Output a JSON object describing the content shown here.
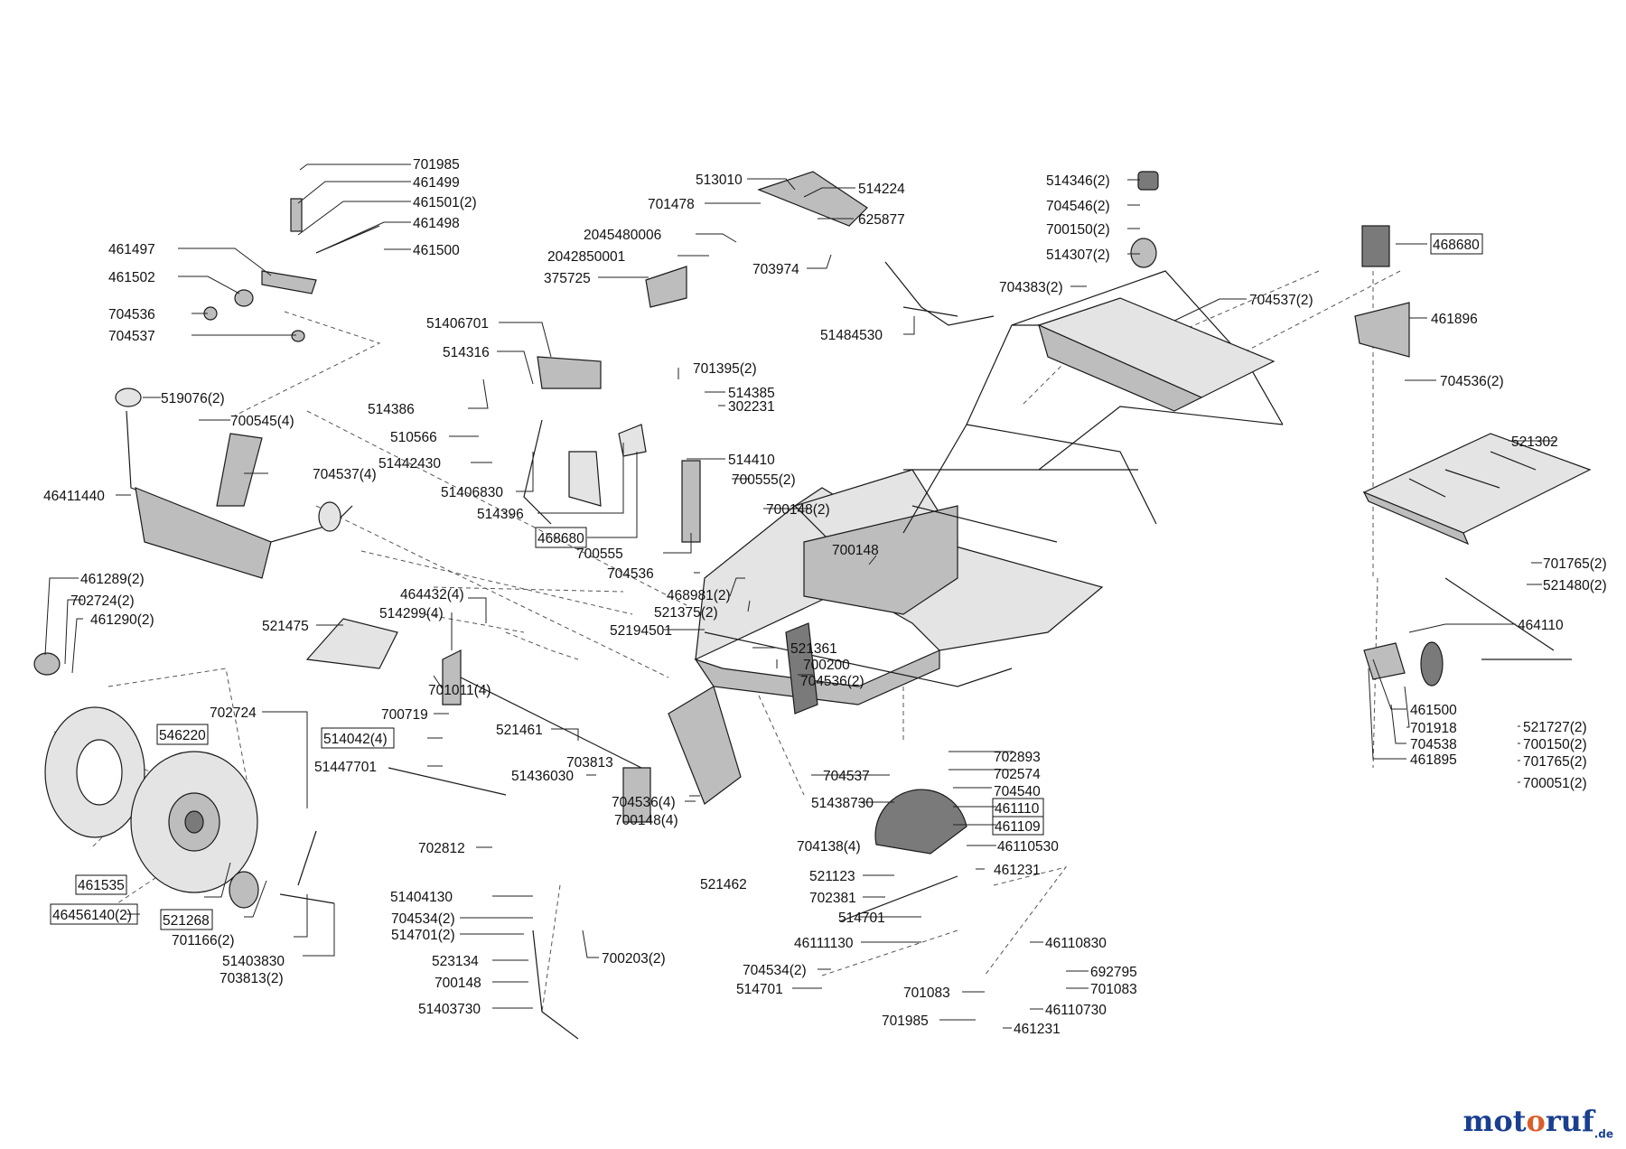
{
  "watermark": {
    "text_a": "mot",
    "text_b": "o",
    "text_c": "ruf",
    "suffix": ".de"
  },
  "labels": {
    "p701985a": "701985",
    "p461499": "461499",
    "p461501": "461501(2)",
    "p461498": "461498",
    "p461497": "461497",
    "p461500a": "461500",
    "p461502": "461502",
    "p704536a": "704536",
    "p704537a": "704537",
    "p513010": "513010",
    "p701478": "701478",
    "p514224": "514224",
    "p625877": "625877",
    "p2045480006": "2045480006",
    "p2042850001": "2042850001",
    "p375725": "375725",
    "p703974": "703974",
    "p51484530": "51484530",
    "p514346": "514346(2)",
    "p704546": "704546(2)",
    "p700150a": "700150(2)",
    "p514307": "514307(2)",
    "p704383": "704383(2)",
    "p704537b": "704537(2)",
    "p468680a": "468680",
    "p461896": "461896",
    "p704536b": "704536(2)",
    "p51406701": "51406701",
    "p514316": "514316",
    "p514386": "514386",
    "p510566": "510566",
    "p51442430": "51442430",
    "p51406830": "51406830",
    "p514396": "514396",
    "p468680b": "468680",
    "p701395": "701395(2)",
    "p514385": "514385",
    "p302231": "302231",
    "p514410": "514410",
    "p700555a": "700555(2)",
    "p700148a": "700148(2)",
    "p700555b": "700555",
    "p704536c": "704536",
    "p519076": "519076(2)",
    "p700545": "700545(4)",
    "p704537c": "704537(4)",
    "p46411440": "46411440",
    "p521302": "521302",
    "p701765a": "701765(2)",
    "p521480": "521480(2)",
    "p464110": "464110",
    "p461500b": "461500",
    "p701918": "701918",
    "p704538": "704538",
    "p461895": "461895",
    "p521727": "521727(2)",
    "p700150b": "700150(2)",
    "p701765b": "701765(2)",
    "p700051": "700051(2)",
    "p461289": "461289(2)",
    "p702724a": "702724(2)",
    "p461290": "461290(2)",
    "p464432": "464432(4)",
    "p514299": "514299(4)",
    "p521475": "521475",
    "p701011": "701011(4)",
    "p468981": "468981(2)",
    "p521375": "521375(2)",
    "p52194501": "52194501",
    "p700148b": "700148",
    "p521361": "521361",
    "p700200": "700200",
    "p704536d": "704536(2)",
    "p702724b": "702724",
    "p546220": "546220",
    "p700719": "700719",
    "p514042": "514042(4)",
    "p51447701": "51447701",
    "p521461": "521461",
    "p703813a": "703813",
    "p51436030": "51436030",
    "p704536e": "704536(4)",
    "p700148c": "700148(4)",
    "p521462": "521462",
    "p704537d": "704537",
    "p51438730": "51438730",
    "p704138": "704138(4)",
    "p702893": "702893",
    "p702574": "702574",
    "p704540": "704540",
    "p461110": "461110",
    "p461109": "461109",
    "p46110530": "46110530",
    "p461231a": "461231",
    "p521123": "521123",
    "p702381": "702381",
    "p514701a": "514701",
    "p461535": "461535",
    "p46456140": "46456140(2)",
    "p521268": "521268",
    "p701166": "701166(2)",
    "p51403830": "51403830",
    "p703813b": "703813(2)",
    "p702812": "702812",
    "p51404130": "51404130",
    "p704534a": "704534(2)",
    "p514701b": "514701(2)",
    "p523134": "523134",
    "p700148d": "700148",
    "p51403730": "51403730",
    "p700203": "700203(2)",
    "p46111130": "46111130",
    "p704534b": "704534(2)",
    "p514701c": "514701",
    "p46110830": "46110830",
    "p692795": "692795",
    "p701083a": "701083",
    "p701083b": "701083",
    "p46110730": "46110730",
    "p701985b": "701985",
    "p461231b": "461231"
  }
}
